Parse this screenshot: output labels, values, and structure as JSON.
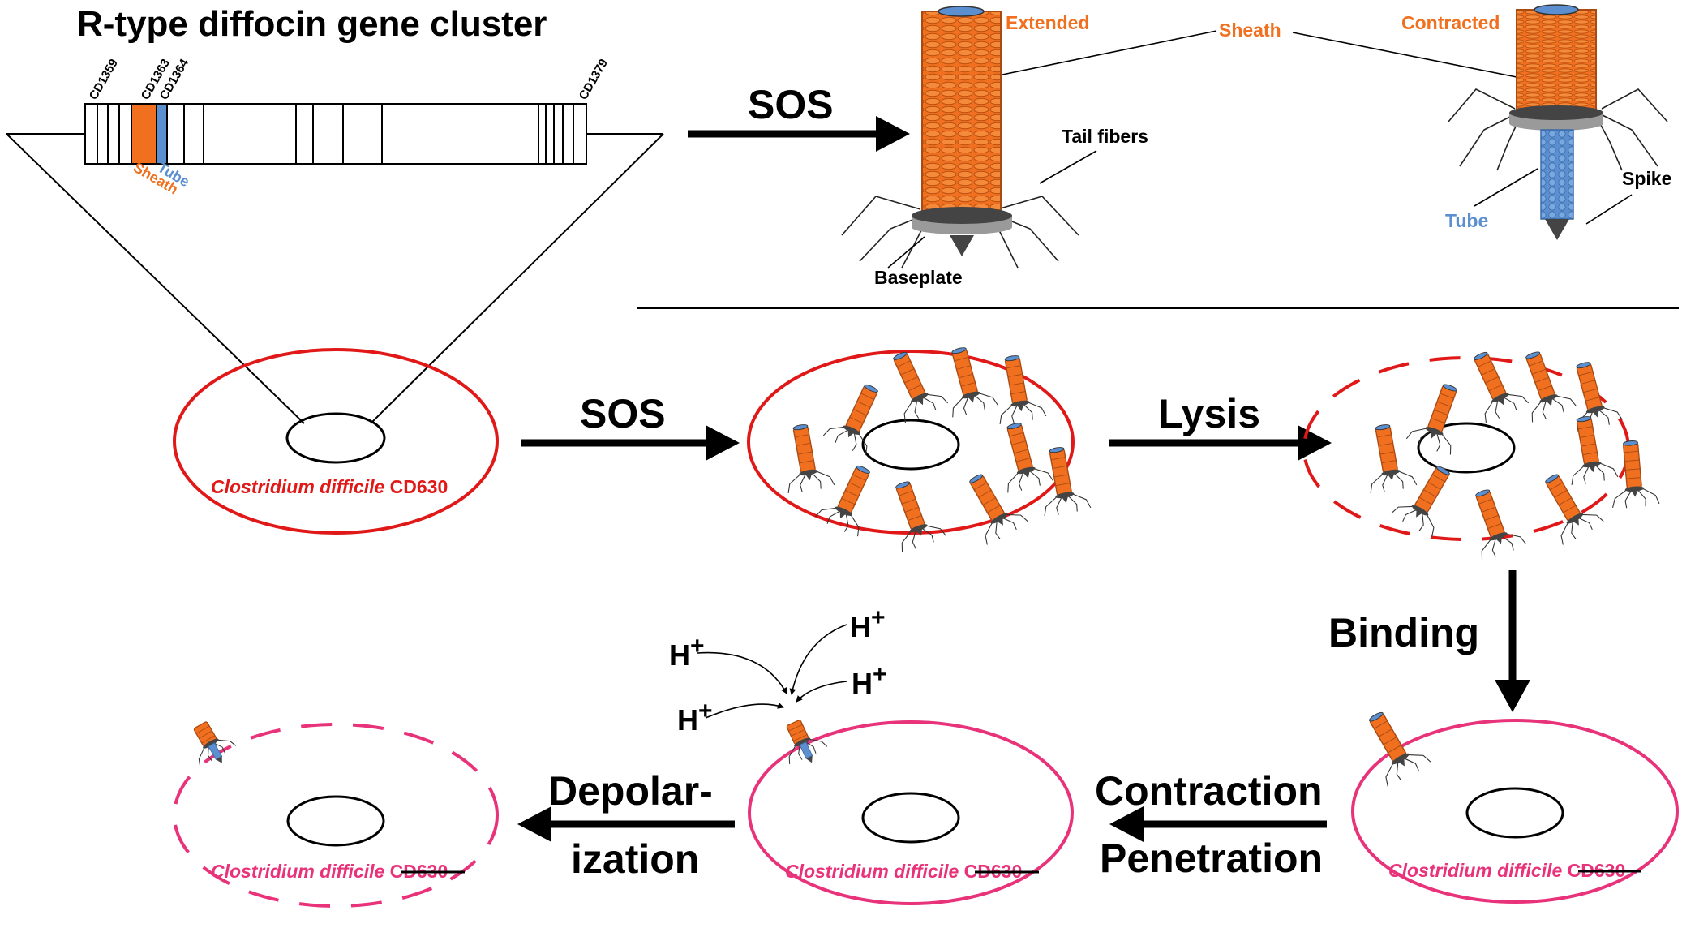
{
  "title": "R-type diffocin gene cluster",
  "genes": {
    "cd1359": "CD1359",
    "cd1363": "CD1363",
    "cd1364": "CD1364",
    "cd1379": "CD1379",
    "sheath_label": "Sheath",
    "tube_label": "Tube"
  },
  "particle_labels": {
    "extended": "Extended",
    "sheath": "Sheath",
    "contracted": "Contracted",
    "tail_fibers": "Tail fibers",
    "baseplate": "Baseplate",
    "tube": "Tube",
    "spike": "Spike"
  },
  "steps": {
    "sos_top": "SOS",
    "sos_middle": "SOS",
    "lysis": "Lysis",
    "binding": "Binding",
    "contraction": "Contraction",
    "penetration": "Penetration",
    "depolarization_1": "Depolar-",
    "depolarization_2": "ization"
  },
  "cell": {
    "species": "Clostridium difficile",
    "strain": "CD630"
  },
  "protons": {
    "h": "H",
    "plus": "+"
  },
  "colors": {
    "sheath_orange": "#f07020",
    "tube_blue": "#5b8fd0",
    "cell_red": "#e01818",
    "cell_pink": "#e8327a",
    "baseplate_gray": "#555555"
  }
}
